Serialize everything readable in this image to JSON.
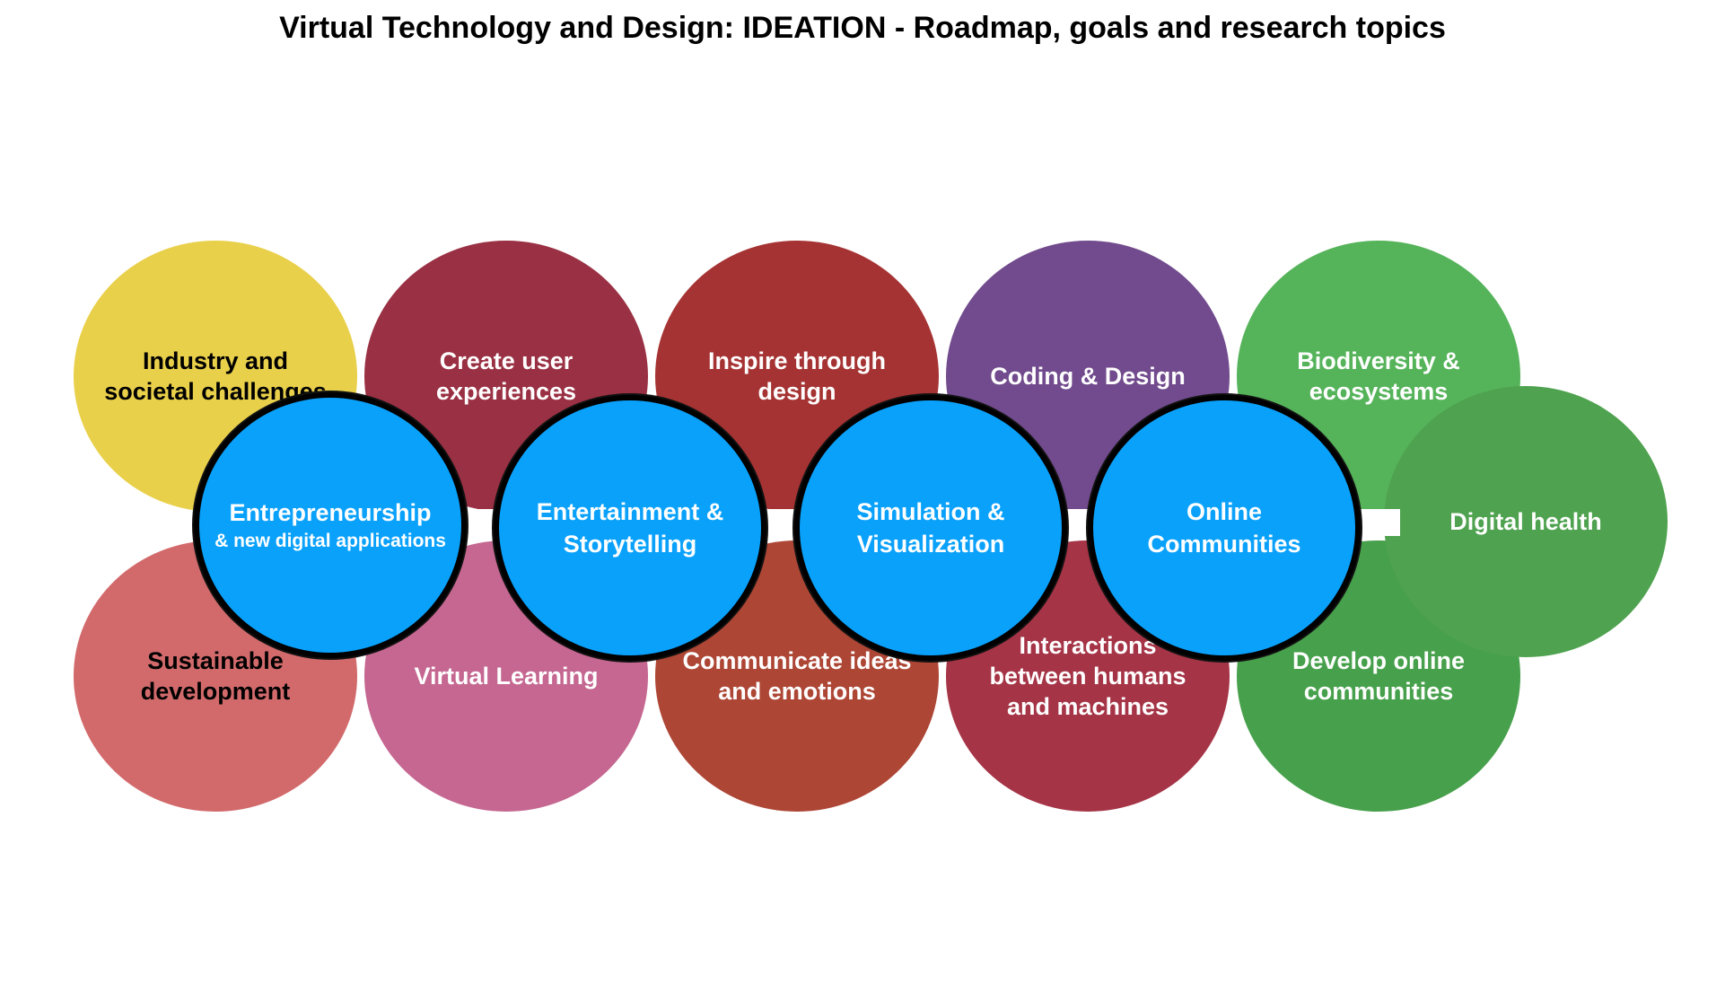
{
  "title": "Virtual Technology and Design:  IDEATION - Roadmap, goals and research topics",
  "colors": {
    "hub": "#0aa1fb",
    "hub_border": "#000000"
  },
  "topics_top": [
    {
      "label": "Industry and societal challenges",
      "color": "#e9d04a",
      "text_color": "#000000"
    },
    {
      "label": "Create user experiences",
      "color": "#9a3043",
      "text_color": "#ffffff"
    },
    {
      "label": "Inspire through design",
      "color": "#a63333",
      "text_color": "#ffffff"
    },
    {
      "label": "Coding & Design",
      "color": "#714b8d",
      "text_color": "#ffffff"
    },
    {
      "label": "Biodiversity & ecosystems",
      "color": "#55b35a",
      "text_color": "#ffffff"
    }
  ],
  "topics_bottom": [
    {
      "label": "Sustainable development",
      "color": "#d26a6c",
      "text_color": "#000000"
    },
    {
      "label": "Virtual Learning",
      "color": "#c56791",
      "text_color": "#ffffff"
    },
    {
      "label": "Communicate ideas and emotions",
      "color": "#ad4635",
      "text_color": "#ffffff"
    },
    {
      "label": "Interactions between humans and machines",
      "color": "#a53446",
      "text_color": "#ffffff"
    },
    {
      "label": "Develop online communities",
      "color": "#47a04b",
      "text_color": "#ffffff"
    }
  ],
  "topic_extra": {
    "label": "Digital health",
    "color": "#4fa24f",
    "text_color": "#ffffff"
  },
  "hubs": [
    {
      "main": "Entrepreneurship",
      "sub": "& new digital applications"
    },
    {
      "main": "Entertainment & Storytelling",
      "sub": ""
    },
    {
      "main": "Simulation & Visualization",
      "sub": ""
    },
    {
      "main": "Online Communities",
      "sub": ""
    }
  ]
}
